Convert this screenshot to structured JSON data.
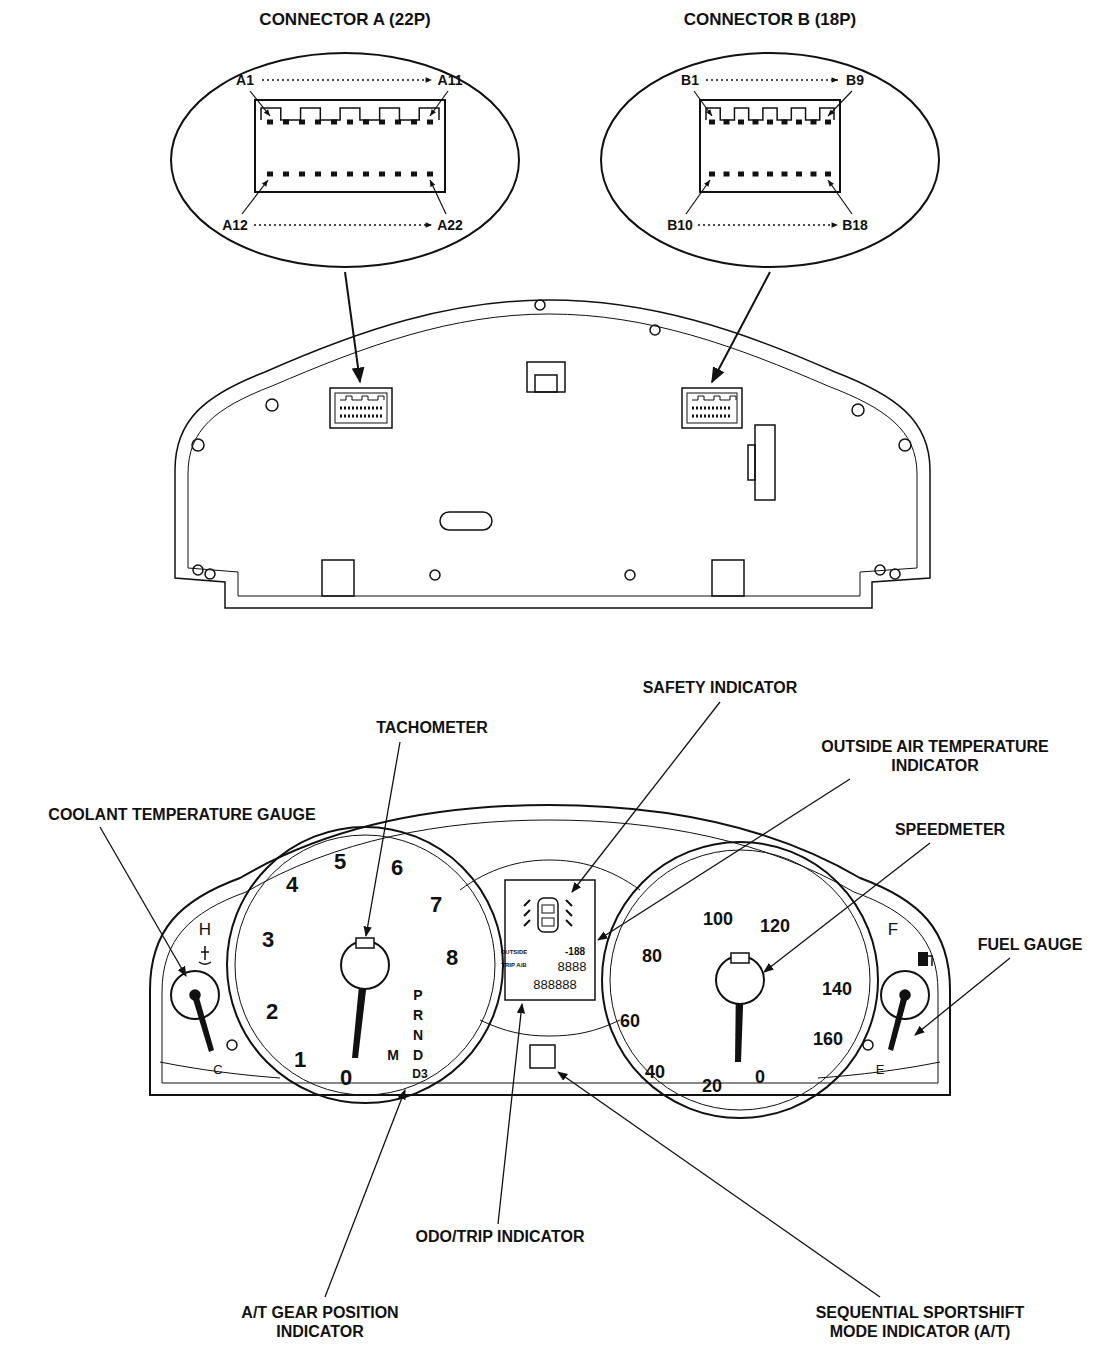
{
  "diagram": {
    "nodes": [
      {
        "text": [
          "CONNECTOR A (22P)",
          "A1",
          "A11",
          "A12",
          "A22"
        ]
      },
      {
        "text": [
          "CONNECTOR B (18P)",
          "B1",
          "B9",
          "B10",
          "B18"
        ]
      }
    ],
    "labels": [
      "SAFETY INDICATOR",
      "TACHOMETER",
      "OUTSIDE AIR TEMPERATURE INDICATOR",
      "COOLANT TEMPERATURE GAUGE",
      "SPEEDMETER",
      "FUEL GAUGE",
      "H",
      "C",
      "5",
      "6",
      "4",
      "7",
      "3",
      "8",
      "2",
      "1",
      "0",
      "P",
      "R",
      "N",
      "D",
      "M",
      "D3",
      "OUTSIDE",
      "-188",
      "TRIP A/B",
      "8888",
      "888888",
      "100",
      "120",
      "80",
      "140",
      "60",
      "160",
      "40",
      "20",
      "0",
      "F",
      "E",
      "ODO/TRIP INDICATOR",
      "A/T GEAR POSITION INDICATOR",
      "SEQUENTIAL SPORTSHIFT MODE INDICATOR (A/T)"
    ]
  }
}
